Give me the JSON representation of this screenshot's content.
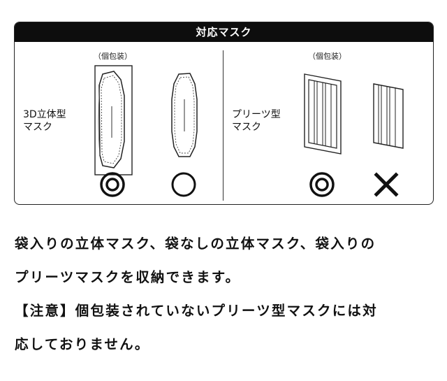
{
  "card": {
    "header_title": "対応マスク",
    "left": {
      "type_label_line1": "3D立体型",
      "type_label_line2": "マスク",
      "packaged_label": "（個包装）",
      "packaged_mark": "◎",
      "bare_mark": "○"
    },
    "right": {
      "type_label_line1": "プリーツ型",
      "type_label_line2": "マスク",
      "packaged_label": "（個包装）",
      "packaged_mark": "◎",
      "bare_mark": "×"
    }
  },
  "description": {
    "line1": "袋入りの立体マスク、袋なしの立体マスク、袋入りの",
    "line2": "プリーツマスクを収納できます。",
    "line3": "【注意】個包装されていないプリーツ型マスクには対",
    "line4": "応しておりません。"
  }
}
